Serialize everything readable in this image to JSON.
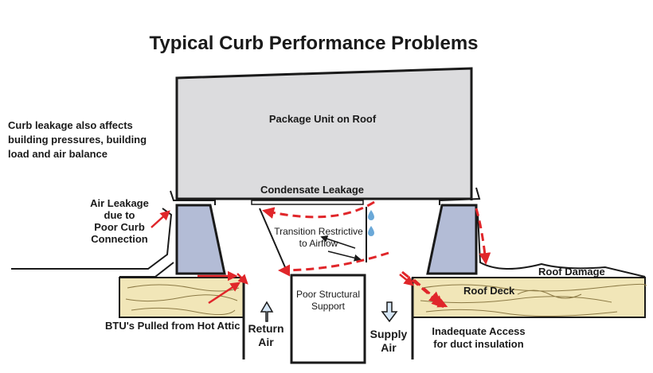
{
  "title": "Typical Curb Performance Problems",
  "note": {
    "lines": [
      "Curb leakage also affects",
      "building pressures, building",
      "load and air balance"
    ]
  },
  "labels": {
    "package_unit": "Package Unit on Roof",
    "condensate": "Condensate Leakage",
    "air_leakage": [
      "Air Leakage",
      "due to",
      "Poor Curb",
      "Connection"
    ],
    "transition": [
      "Transition Restrictive",
      "to Airflow"
    ],
    "roof_damage": "Roof Damage",
    "roof_deck": "Roof Deck",
    "poor_structural": [
      "Poor Structural",
      "Support"
    ],
    "btu": "BTU's Pulled from Hot Attic",
    "return_air": [
      "Return",
      "Air"
    ],
    "supply_air": [
      "Supply",
      "Air"
    ],
    "inadequate_access": [
      "Inadequate Access",
      "for duct insulation"
    ]
  },
  "colors": {
    "unit_fill": "#dcdcde",
    "curb_fill": "#b3bcd6",
    "deck_fill": "#f1e6b8",
    "leak_arrow": "#e0262a",
    "water_drop": "#6aa8d8",
    "air_arrow_fill": "#d6e6f5",
    "outline": "#1a1a1a"
  }
}
